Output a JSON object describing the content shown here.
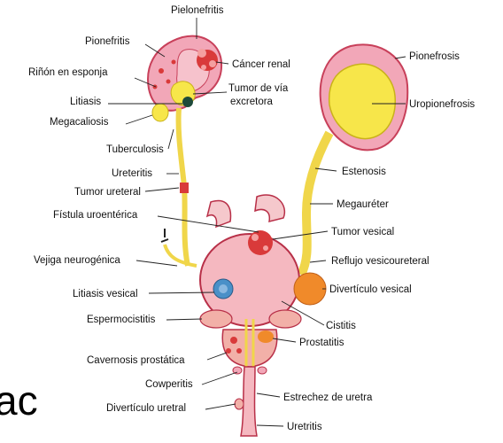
{
  "labels": {
    "pielonefritis": "Pielonefritis",
    "pionefritis": "Pionefritis",
    "rinon_esponja": "Riñón en esponja",
    "litiasis": "Litiasis",
    "megacaliosis": "Megacaliosis",
    "tuberculosis": "Tuberculosis",
    "ureteritis": "Ureteritis",
    "tumor_ureteral": "Tumor ureteral",
    "fistula": "Fístula uroentérica",
    "vejiga_neurogenica": "Vejiga neurogénica",
    "litiasis_vesical": "Litiasis vesical",
    "espermocistitis": "Espermocistitis",
    "cavernosis": "Cavernosis prostática",
    "cowperitis": "Cowperitis",
    "diverticulo_uretral": "Divertículo uretral",
    "cancer_renal": "Cáncer renal",
    "tumor_via_1": "Tumor de vía",
    "tumor_via_2": "excretora",
    "pionefrosis": "Pionefrosis",
    "uropionefrosis": "Uropionefrosis",
    "estenosis": "Estenosis",
    "megaureter": "Megauréter",
    "tumor_vesical": "Tumor vesical",
    "reflujo": "Reflujo vesicoureteral",
    "diverticulo_vesical": "Divertículo vesical",
    "cistitis": "Cistitis",
    "prostatitis": "Prostatitis",
    "estrechez": "Estrechez de uretra",
    "uretritis": "Uretritis"
  },
  "overlay_text": "ac",
  "colors": {
    "kidney": "#f2a7b8",
    "kidney_edge": "#c8405a",
    "urine": "#f7e64a",
    "urine_edge": "#c9b21a",
    "ureter": "#f0d64a",
    "bladder": "#f5b8c0",
    "bladder_edge": "#b83048",
    "tumor": "#d93a3a",
    "diverticulum": "#f08a2a",
    "stone": "#4a90c8",
    "prostate": "#f2b0a8"
  },
  "icons": [
    "kidney-left",
    "kidney-right",
    "bladder",
    "prostate",
    "urethra",
    "intestine-loop"
  ]
}
